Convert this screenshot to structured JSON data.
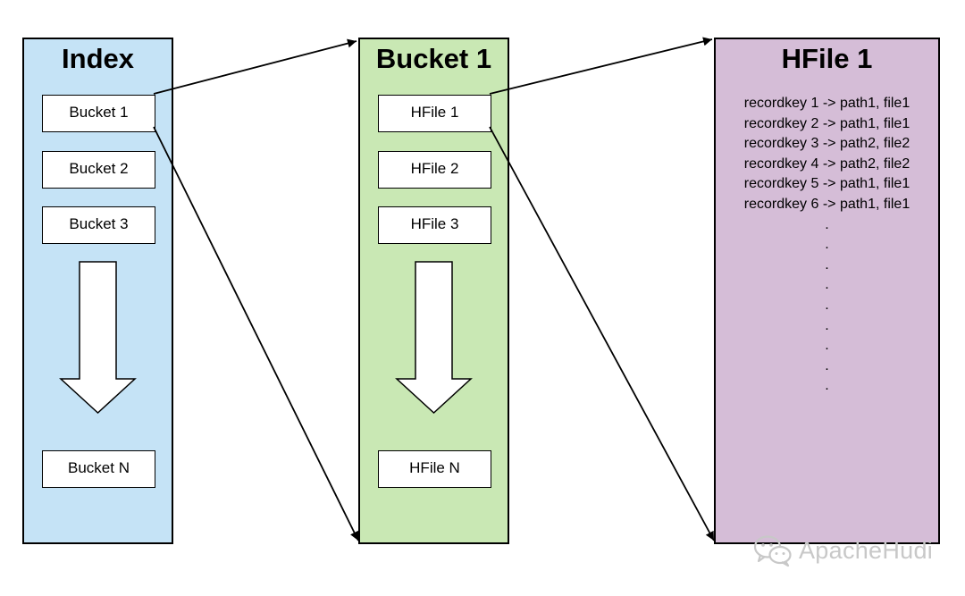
{
  "index": {
    "title": "Index",
    "buckets": [
      "Bucket 1",
      "Bucket 2",
      "Bucket 3"
    ],
    "last": "Bucket N"
  },
  "bucket": {
    "title": "Bucket 1",
    "hfiles": [
      "HFile 1",
      "HFile 2",
      "HFile 3"
    ],
    "last": "HFile N"
  },
  "hfile": {
    "title": "HFile 1",
    "records": [
      "recordkey 1 -> path1, file1",
      "recordkey 2 -> path1, file1",
      "recordkey 3 -> path2, file2",
      "recordkey 4 -> path2, file2",
      "recordkey 5 -> path1, file1",
      "recordkey 6 -> path1, file1"
    ],
    "ellipsis": [
      ".",
      ".",
      ".",
      ".",
      ".",
      ".",
      ".",
      ".",
      "."
    ]
  },
  "watermark": {
    "text": "ApacheHudi",
    "icon": "wechat-icon"
  },
  "colors": {
    "index_panel": "#c5e3f6",
    "bucket_panel": "#c9e8b4",
    "hfile_panel": "#d5bdd7",
    "stroke": "#000000",
    "watermark": "#c8c8c8"
  }
}
